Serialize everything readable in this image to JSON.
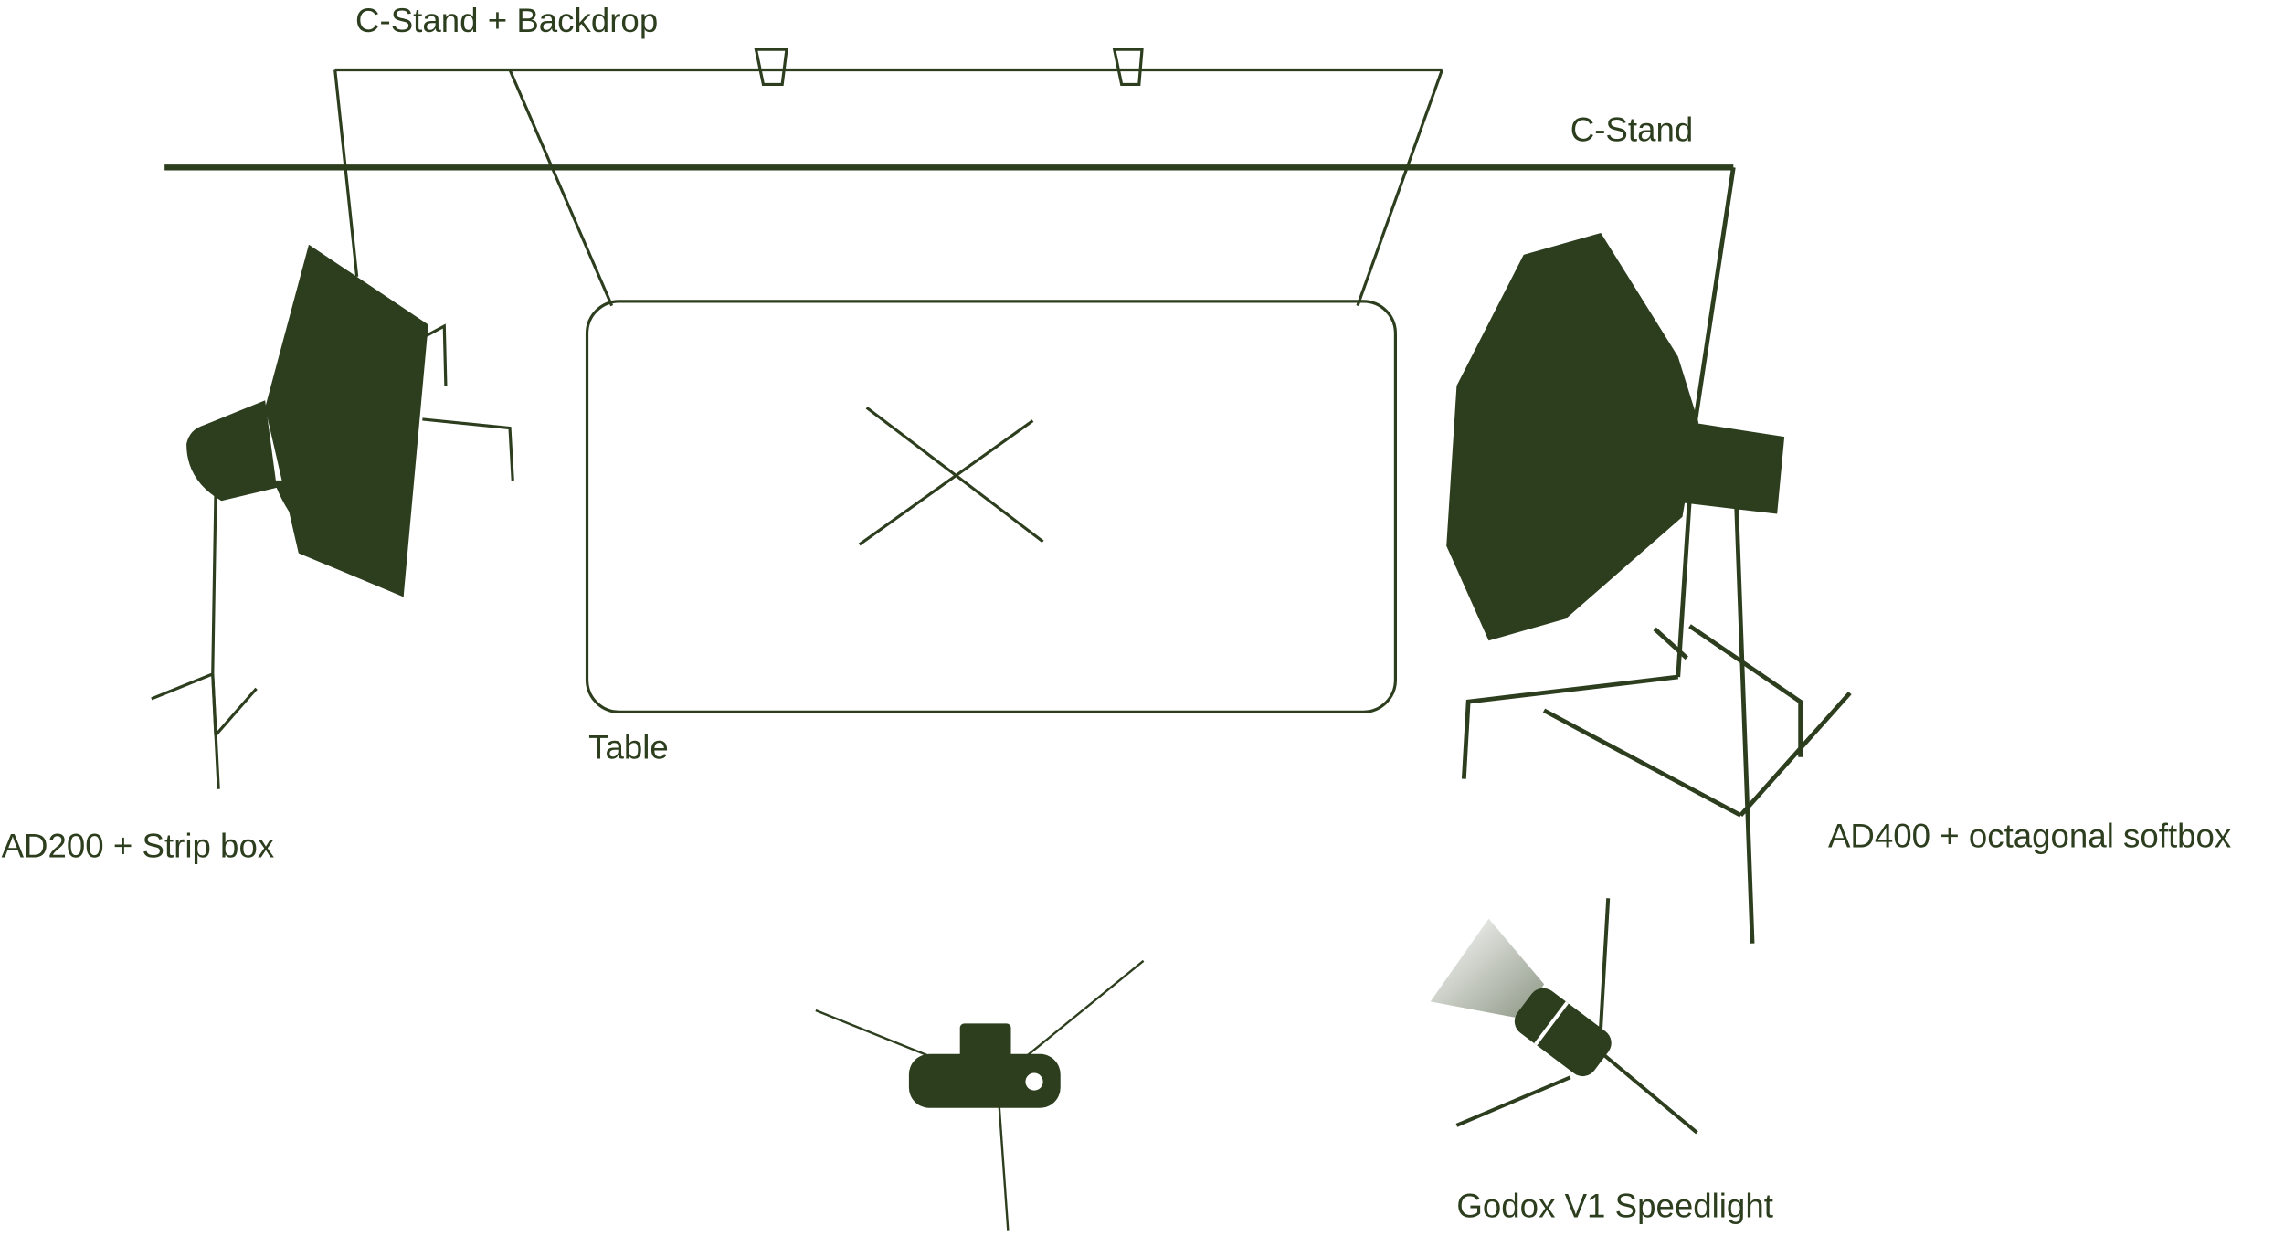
{
  "colors": {
    "ink": "#2c3e1e",
    "background": "#ffffff"
  },
  "labels": {
    "backdrop": "C-Stand + Backdrop",
    "cstand": "C-Stand",
    "table": "Table",
    "ad200": "AD200 + Strip box",
    "ad400": "AD400 + octagonal softbox",
    "speedlight": "Godox V1 Speedlight"
  },
  "icons": {
    "strip_box": "strip-box-light-icon",
    "octagonal_softbox": "octagonal-softbox-light-icon",
    "camera": "camera-icon",
    "speedlight": "speedlight-icon",
    "subject_marker": "subject-x-mark-icon",
    "backdrop_clamp": "clamp-icon"
  }
}
